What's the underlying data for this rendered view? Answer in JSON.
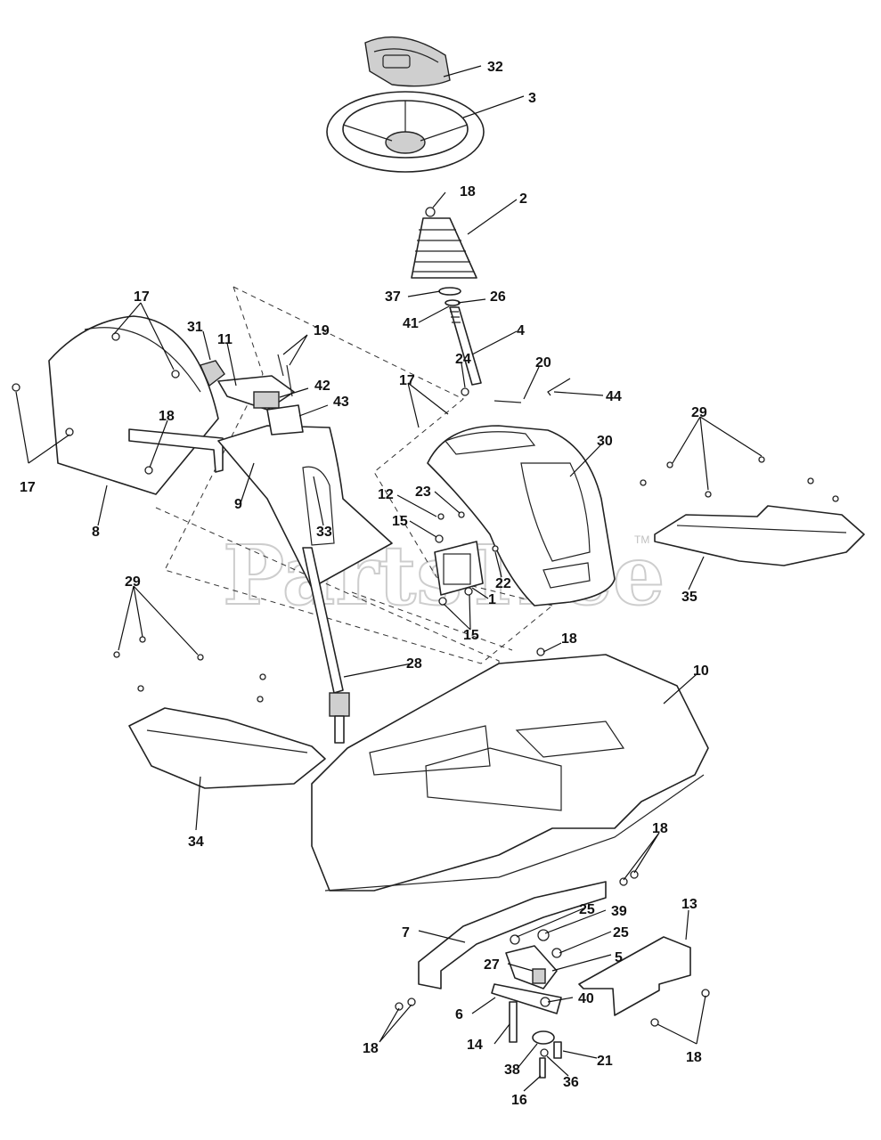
{
  "watermark": {
    "text": "PartsTree",
    "trademark": "TM"
  },
  "callouts": [
    {
      "id": "32",
      "label": "32"
    },
    {
      "id": "3",
      "label": "3"
    },
    {
      "id": "18a",
      "label": "18"
    },
    {
      "id": "2",
      "label": "2"
    },
    {
      "id": "17a",
      "label": "17"
    },
    {
      "id": "31",
      "label": "31"
    },
    {
      "id": "11",
      "label": "11"
    },
    {
      "id": "19",
      "label": "19"
    },
    {
      "id": "37",
      "label": "37"
    },
    {
      "id": "26",
      "label": "26"
    },
    {
      "id": "41",
      "label": "41"
    },
    {
      "id": "4",
      "label": "4"
    },
    {
      "id": "24",
      "label": "24"
    },
    {
      "id": "20",
      "label": "20"
    },
    {
      "id": "42",
      "label": "42"
    },
    {
      "id": "43",
      "label": "43"
    },
    {
      "id": "17b",
      "label": "17"
    },
    {
      "id": "44",
      "label": "44"
    },
    {
      "id": "18b",
      "label": "18"
    },
    {
      "id": "29a",
      "label": "29"
    },
    {
      "id": "17c",
      "label": "17"
    },
    {
      "id": "9",
      "label": "9"
    },
    {
      "id": "30",
      "label": "30"
    },
    {
      "id": "8",
      "label": "8"
    },
    {
      "id": "12",
      "label": "12"
    },
    {
      "id": "23",
      "label": "23"
    },
    {
      "id": "15a",
      "label": "15"
    },
    {
      "id": "33",
      "label": "33"
    },
    {
      "id": "22",
      "label": "22"
    },
    {
      "id": "35",
      "label": "35"
    },
    {
      "id": "29b",
      "label": "29"
    },
    {
      "id": "1",
      "label": "1"
    },
    {
      "id": "15b",
      "label": "15"
    },
    {
      "id": "18c",
      "label": "18"
    },
    {
      "id": "10",
      "label": "10"
    },
    {
      "id": "28",
      "label": "28"
    },
    {
      "id": "34",
      "label": "34"
    },
    {
      "id": "18d",
      "label": "18"
    },
    {
      "id": "13",
      "label": "13"
    },
    {
      "id": "25a",
      "label": "25"
    },
    {
      "id": "39",
      "label": "39"
    },
    {
      "id": "7",
      "label": "7"
    },
    {
      "id": "25b",
      "label": "25"
    },
    {
      "id": "27",
      "label": "27"
    },
    {
      "id": "5",
      "label": "5"
    },
    {
      "id": "6",
      "label": "6"
    },
    {
      "id": "40",
      "label": "40"
    },
    {
      "id": "18e",
      "label": "18"
    },
    {
      "id": "14",
      "label": "14"
    },
    {
      "id": "18f",
      "label": "18"
    },
    {
      "id": "21",
      "label": "21"
    },
    {
      "id": "38",
      "label": "38"
    },
    {
      "id": "36",
      "label": "36"
    },
    {
      "id": "16",
      "label": "16"
    }
  ]
}
